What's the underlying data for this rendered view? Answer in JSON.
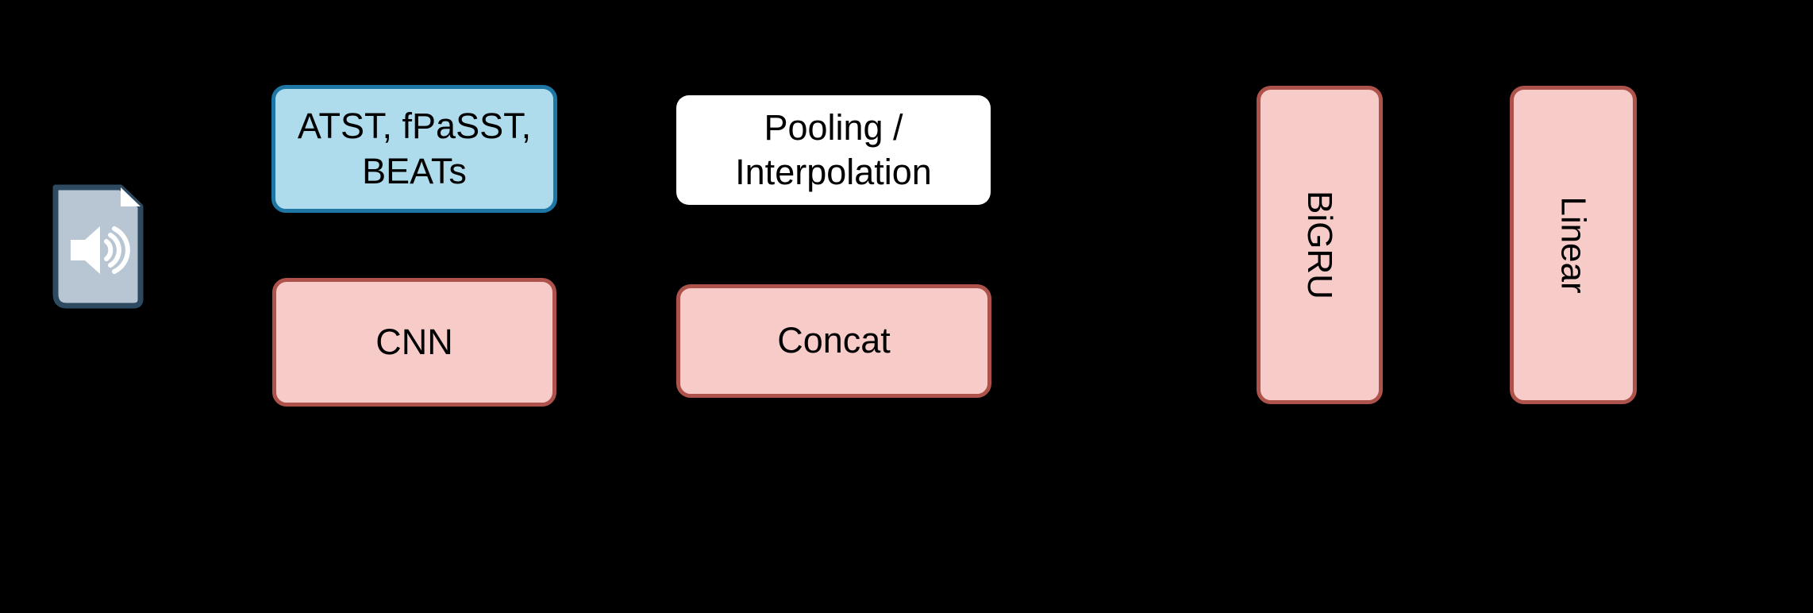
{
  "background": "#000000",
  "palette": {
    "pretrained_fill": "#aedcec",
    "pretrained_border": "#1d76a4",
    "pink_fill": "#f7cbc8",
    "pink_border": "#ae524c",
    "pooling_fill": "#ffffff",
    "file_icon_fill": "#b8c5d2",
    "file_icon_border": "#2e4a61",
    "file_icon_glyph": "#ffffff",
    "text": "#000000"
  },
  "nodes": {
    "audio_input": {
      "icon": "audio-file-icon"
    },
    "pretrained": {
      "label": "ATST, fPaSST,\nBEATs"
    },
    "cnn": {
      "label": "CNN"
    },
    "pooling": {
      "label": "Pooling /\nInterpolation"
    },
    "concat": {
      "label": "Concat"
    },
    "bigru": {
      "label": "BiGRU"
    },
    "linear": {
      "label": "Linear"
    }
  }
}
